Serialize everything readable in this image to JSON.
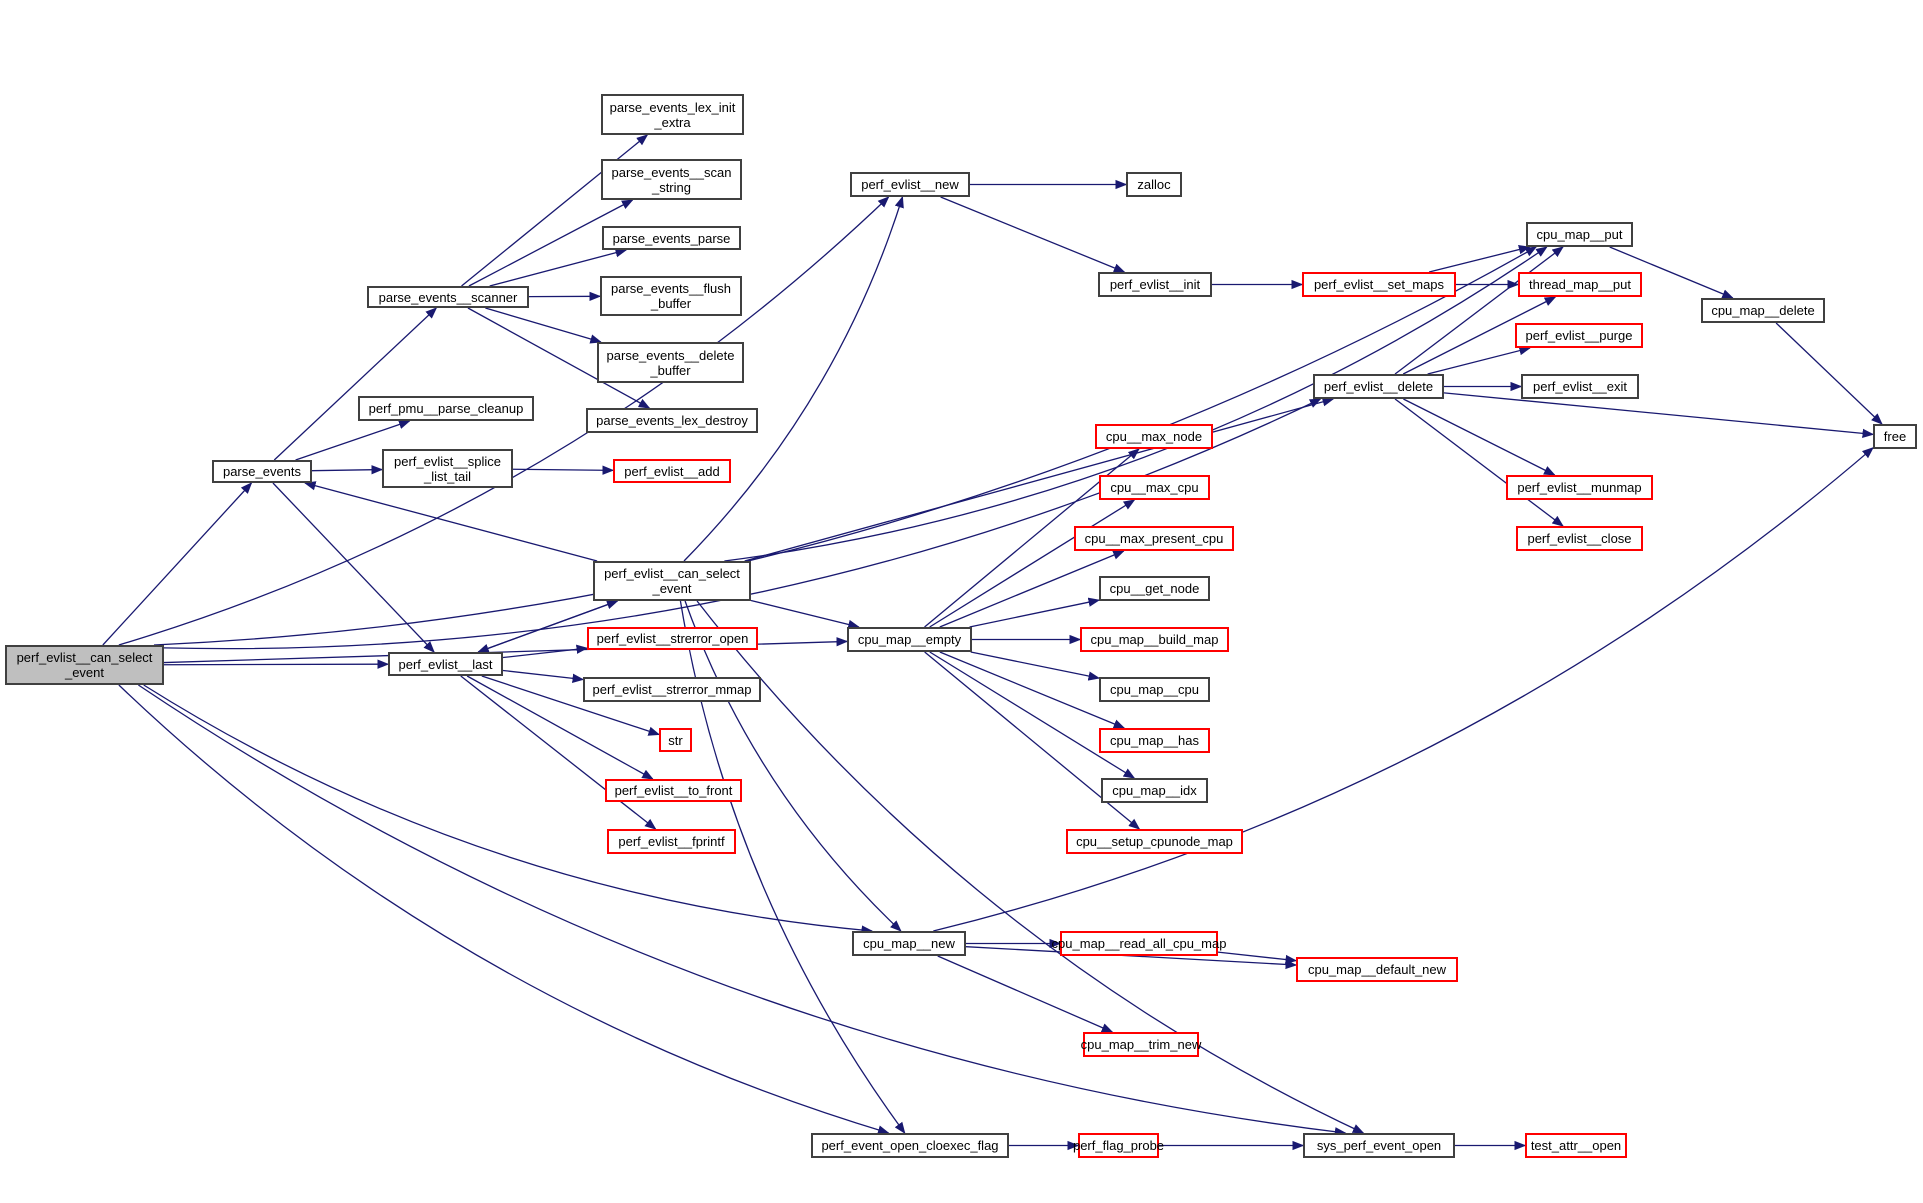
{
  "graph": {
    "colors": {
      "edge": "#191970",
      "node_border": "#404040",
      "external_border": "#ff0000",
      "root_fill": "#bfbfbf"
    },
    "nodes": [
      {
        "id": "root",
        "label": "perf_evlist__can_select\n_event",
        "kind": "root"
      },
      {
        "id": "parse_events",
        "label": "parse_events",
        "kind": "normal"
      },
      {
        "id": "scanner",
        "label": "parse_events__scanner",
        "kind": "normal"
      },
      {
        "id": "lex_init",
        "label": "parse_events_lex_init\n_extra",
        "kind": "normal"
      },
      {
        "id": "scan_string",
        "label": "parse_events__scan\n_string",
        "kind": "normal"
      },
      {
        "id": "pe_parse",
        "label": "parse_events_parse",
        "kind": "normal"
      },
      {
        "id": "flush",
        "label": "parse_events__flush\n_buffer",
        "kind": "normal"
      },
      {
        "id": "delbuf",
        "label": "parse_events__delete\n_buffer",
        "kind": "normal"
      },
      {
        "id": "lexdestroy",
        "label": "parse_events_lex_destroy",
        "kind": "normal"
      },
      {
        "id": "pmu_cleanup",
        "label": "perf_pmu__parse_cleanup",
        "kind": "normal"
      },
      {
        "id": "splice",
        "label": "perf_evlist__splice\n_list_tail",
        "kind": "normal"
      },
      {
        "id": "evadd",
        "label": "perf_evlist__add",
        "kind": "external"
      },
      {
        "id": "cansel2",
        "label": "perf_evlist__can_select\n_event",
        "kind": "normal"
      },
      {
        "id": "last",
        "label": "perf_evlist__last",
        "kind": "normal"
      },
      {
        "id": "serr_open",
        "label": "perf_evlist__strerror_open",
        "kind": "external"
      },
      {
        "id": "serr_mmap",
        "label": "perf_evlist__strerror_mmap",
        "kind": "normal"
      },
      {
        "id": "str",
        "label": "str",
        "kind": "external"
      },
      {
        "id": "tofront",
        "label": "perf_evlist__to_front",
        "kind": "external"
      },
      {
        "id": "fprintf",
        "label": "perf_evlist__fprintf",
        "kind": "external"
      },
      {
        "id": "evnew",
        "label": "perf_evlist__new",
        "kind": "normal"
      },
      {
        "id": "zalloc",
        "label": "zalloc",
        "kind": "normal"
      },
      {
        "id": "evinit",
        "label": "perf_evlist__init",
        "kind": "normal"
      },
      {
        "id": "setmaps",
        "label": "perf_evlist__set_maps",
        "kind": "external"
      },
      {
        "id": "cmput",
        "label": "cpu_map__put",
        "kind": "normal"
      },
      {
        "id": "tmput",
        "label": "thread_map__put",
        "kind": "external"
      },
      {
        "id": "cmdelete",
        "label": "cpu_map__delete",
        "kind": "normal"
      },
      {
        "id": "purge",
        "label": "perf_evlist__purge",
        "kind": "external"
      },
      {
        "id": "evdelete",
        "label": "perf_evlist__delete",
        "kind": "normal"
      },
      {
        "id": "evexit",
        "label": "perf_evlist__exit",
        "kind": "normal"
      },
      {
        "id": "free",
        "label": "free",
        "kind": "normal"
      },
      {
        "id": "munmap",
        "label": "perf_evlist__munmap",
        "kind": "external"
      },
      {
        "id": "evclose",
        "label": "perf_evlist__close",
        "kind": "external"
      },
      {
        "id": "maxnode",
        "label": "cpu__max_node",
        "kind": "external"
      },
      {
        "id": "maxcpu",
        "label": "cpu__max_cpu",
        "kind": "external"
      },
      {
        "id": "maxpres",
        "label": "cpu__max_present_cpu",
        "kind": "external"
      },
      {
        "id": "getnode",
        "label": "cpu__get_node",
        "kind": "normal"
      },
      {
        "id": "cmempty",
        "label": "cpu_map__empty",
        "kind": "normal"
      },
      {
        "id": "buildmap",
        "label": "cpu_map__build_map",
        "kind": "external"
      },
      {
        "id": "cmcpu",
        "label": "cpu_map__cpu",
        "kind": "normal"
      },
      {
        "id": "cmhas",
        "label": "cpu_map__has",
        "kind": "external"
      },
      {
        "id": "cmidx",
        "label": "cpu_map__idx",
        "kind": "normal"
      },
      {
        "id": "setupnode",
        "label": "cpu__setup_cpunode_map",
        "kind": "external"
      },
      {
        "id": "cmnew",
        "label": "cpu_map__new",
        "kind": "normal"
      },
      {
        "id": "readall",
        "label": "cpu_map__read_all_cpu_map",
        "kind": "external"
      },
      {
        "id": "defnew",
        "label": "cpu_map__default_new",
        "kind": "external"
      },
      {
        "id": "trimnew",
        "label": "cpu_map__trim_new",
        "kind": "external"
      },
      {
        "id": "cloexec",
        "label": "perf_event_open_cloexec_flag",
        "kind": "normal"
      },
      {
        "id": "flagprobe",
        "label": "perf_flag_probe",
        "kind": "external"
      },
      {
        "id": "sysopen",
        "label": "sys_perf_event_open",
        "kind": "normal"
      },
      {
        "id": "testattr",
        "label": "test_attr__open",
        "kind": "external"
      }
    ],
    "edges": [
      [
        "root",
        "parse_events"
      ],
      [
        "root",
        "last"
      ],
      [
        "root",
        "evnew"
      ],
      [
        "root",
        "cmput"
      ],
      [
        "root",
        "evdelete"
      ],
      [
        "root",
        "cmempty"
      ],
      [
        "root",
        "cmnew"
      ],
      [
        "root",
        "cloexec"
      ],
      [
        "root",
        "sysopen"
      ],
      [
        "parse_events",
        "scanner"
      ],
      [
        "parse_events",
        "pmu_cleanup"
      ],
      [
        "parse_events",
        "splice"
      ],
      [
        "parse_events",
        "last"
      ],
      [
        "scanner",
        "lex_init"
      ],
      [
        "scanner",
        "scan_string"
      ],
      [
        "scanner",
        "pe_parse"
      ],
      [
        "scanner",
        "flush"
      ],
      [
        "scanner",
        "delbuf"
      ],
      [
        "scanner",
        "lexdestroy"
      ],
      [
        "splice",
        "evadd"
      ],
      [
        "cansel2",
        "parse_events"
      ],
      [
        "cansel2",
        "last"
      ],
      [
        "cansel2",
        "evnew"
      ],
      [
        "cansel2",
        "cmput"
      ],
      [
        "cansel2",
        "evdelete"
      ],
      [
        "cansel2",
        "cmempty"
      ],
      [
        "cansel2",
        "cmnew"
      ],
      [
        "cansel2",
        "cloexec"
      ],
      [
        "cansel2",
        "sysopen"
      ],
      [
        "last",
        "cansel2"
      ],
      [
        "last",
        "serr_open"
      ],
      [
        "last",
        "serr_mmap"
      ],
      [
        "last",
        "str"
      ],
      [
        "last",
        "tofront"
      ],
      [
        "last",
        "fprintf"
      ],
      [
        "evnew",
        "zalloc"
      ],
      [
        "evnew",
        "evinit"
      ],
      [
        "evinit",
        "setmaps"
      ],
      [
        "setmaps",
        "cmput"
      ],
      [
        "setmaps",
        "tmput"
      ],
      [
        "cmput",
        "cmdelete"
      ],
      [
        "cmdelete",
        "free"
      ],
      [
        "evdelete",
        "cmput"
      ],
      [
        "evdelete",
        "tmput"
      ],
      [
        "evdelete",
        "purge"
      ],
      [
        "evdelete",
        "evexit"
      ],
      [
        "evdelete",
        "free"
      ],
      [
        "evdelete",
        "munmap"
      ],
      [
        "evdelete",
        "evclose"
      ],
      [
        "cmempty",
        "maxnode"
      ],
      [
        "cmempty",
        "maxcpu"
      ],
      [
        "cmempty",
        "maxpres"
      ],
      [
        "cmempty",
        "getnode"
      ],
      [
        "cmempty",
        "buildmap"
      ],
      [
        "cmempty",
        "cmcpu"
      ],
      [
        "cmempty",
        "cmhas"
      ],
      [
        "cmempty",
        "cmidx"
      ],
      [
        "cmempty",
        "setupnode"
      ],
      [
        "cmnew",
        "free"
      ],
      [
        "cmnew",
        "readall"
      ],
      [
        "cmnew",
        "defnew"
      ],
      [
        "cmnew",
        "trimnew"
      ],
      [
        "readall",
        "defnew"
      ],
      [
        "cloexec",
        "flagprobe"
      ],
      [
        "flagprobe",
        "sysopen"
      ],
      [
        "sysopen",
        "testattr"
      ]
    ]
  }
}
